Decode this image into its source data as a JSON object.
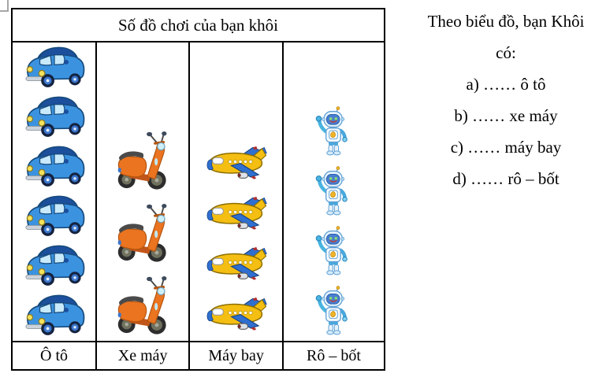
{
  "chart_data": {
    "type": "pictograph",
    "title": "Số đồ chơi của bạn khôi",
    "categories": [
      "Ô tô",
      "Xe máy",
      "Máy bay",
      "Rô – bốt"
    ],
    "values": [
      6,
      3,
      4,
      4
    ],
    "series": [
      {
        "name": "Ô tô",
        "icon": "car-icon",
        "count": 6
      },
      {
        "name": "Xe máy",
        "icon": "scooter-icon",
        "count": 3
      },
      {
        "name": "Máy bay",
        "icon": "plane-icon",
        "count": 4
      },
      {
        "name": "Rô – bốt",
        "icon": "robot-icon",
        "count": 4
      }
    ],
    "xlabel": "",
    "ylabel": "",
    "grid": false,
    "legend_position": "none",
    "icon_unit": 1
  },
  "icon_colors": {
    "car_blue": "#3b93e0",
    "car_roof_blue": "#1c4f9c",
    "scooter_orange": "#ea7420",
    "plane_yellow": "#f4be12",
    "wing_blue": "#2f6fd0",
    "robot_light_blue": "#e8f4fc",
    "robot_face_blue": "#4a7fd0",
    "emblem_yellow": "#f0b429"
  },
  "questions": {
    "heading_line1": "Theo biểu đồ, bạn Khôi",
    "heading_line2": "có:",
    "items": [
      {
        "id": "a",
        "text": "a) …… ô tô"
      },
      {
        "id": "b",
        "text": "b) …… xe máy"
      },
      {
        "id": "c",
        "text": "c) …… máy bay"
      },
      {
        "id": "d",
        "text": "d) …… rô – bốt"
      }
    ]
  }
}
